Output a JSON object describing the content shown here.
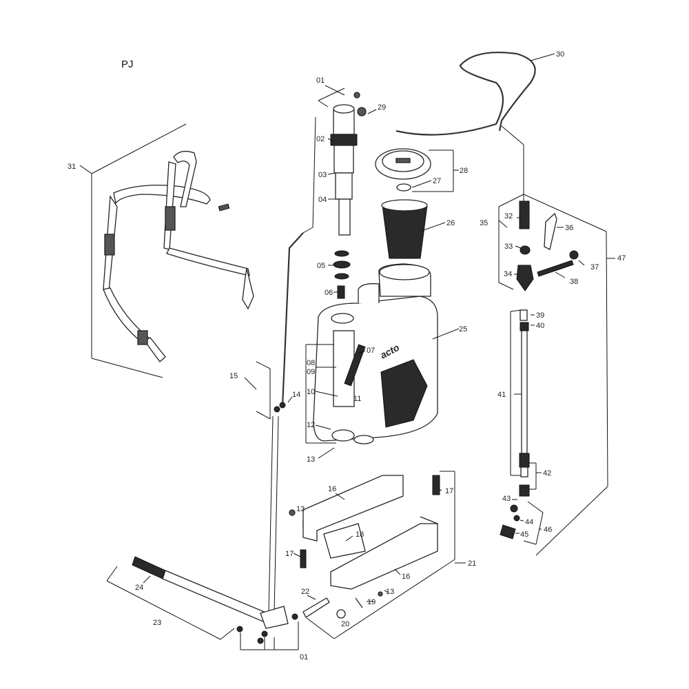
{
  "diagram": {
    "title": "PJ",
    "brand_mark": "acto",
    "callouts": [
      "01",
      "02",
      "03",
      "04",
      "05",
      "06",
      "07",
      "08",
      "09",
      "10",
      "11",
      "12",
      "13",
      "14",
      "15",
      "16",
      "17",
      "18",
      "19",
      "20",
      "21",
      "22",
      "23",
      "24",
      "25",
      "26",
      "27",
      "28",
      "29",
      "30",
      "31",
      "32",
      "33",
      "34",
      "35",
      "36",
      "37",
      "38",
      "39",
      "40",
      "41",
      "42",
      "43",
      "44",
      "45",
      "46",
      "47"
    ],
    "callout_01_bottom": "01",
    "callout_13_b": "13",
    "callout_13_c": "13",
    "callout_16_b": "16",
    "callout_17_b": "17"
  }
}
